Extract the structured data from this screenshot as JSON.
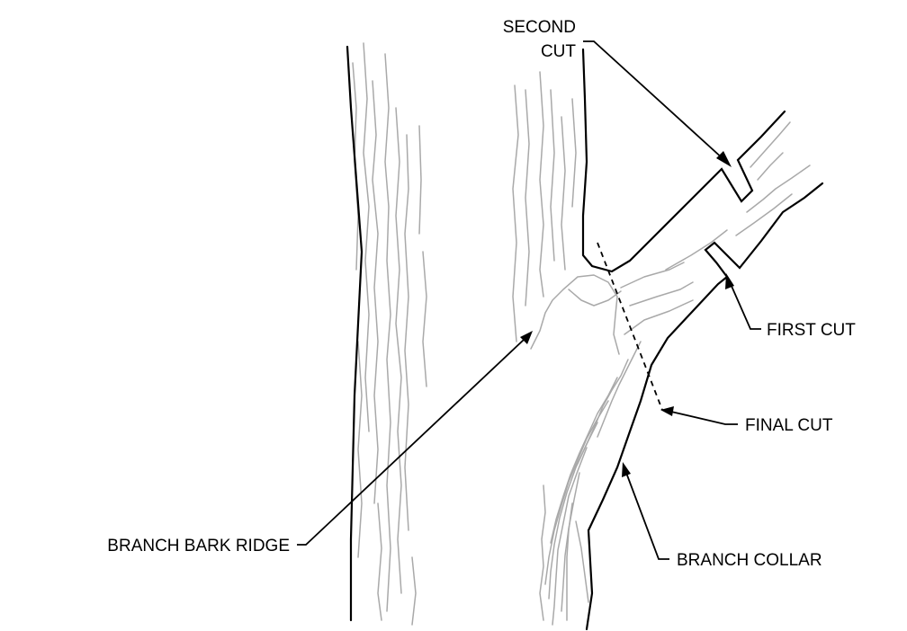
{
  "labels": {
    "second_cut_line1": "SECOND",
    "second_cut_line2": "CUT",
    "first_cut": "FIRST CUT",
    "final_cut": "FINAL CUT",
    "branch_bark_ridge": "BRANCH BARK RIDGE",
    "branch_collar": "BRANCH COLLAR"
  },
  "colors": {
    "outline": "#000000",
    "bark_texture": "#a9a9a9",
    "background": "#ffffff"
  }
}
